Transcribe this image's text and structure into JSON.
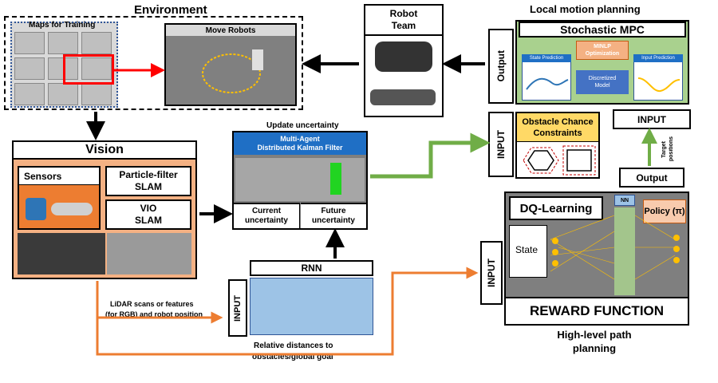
{
  "environment": {
    "title": "Environment",
    "maps_title": "Maps for Training",
    "move_title": "Move Robots"
  },
  "robot_team": {
    "title_line1": "Robot",
    "title_line2": "Team"
  },
  "local_planning": {
    "title": "Local motion planning",
    "mpc_title": "Stochastic MPC",
    "minlp_line1": "MINLP",
    "minlp_line2": "Optimization",
    "state_pred": "State Prediction",
    "input_pred": "Input Prediction",
    "disc_line1": "Discretized",
    "disc_line2": "Model",
    "output_label": "Output",
    "input_label": "INPUT",
    "obstacle_line1": "Obstacle Chance",
    "obstacle_line2": "Constraints",
    "input_box": "INPUT",
    "target_line1": "Target",
    "target_line2": "positions",
    "output_box": "Output"
  },
  "vision": {
    "title": "Vision",
    "sensors": "Sensors",
    "pf_line1": "Particle-filter",
    "pf_line2": "SLAM",
    "vio_line1": "VIO",
    "vio_line2": "SLAM"
  },
  "kalman": {
    "update": "Update uncertainty",
    "header_line1": "Multi-Agent",
    "header_line2": "Distributed Kalman Filter",
    "current_line1": "Current",
    "current_line2": "uncertainty",
    "future_line1": "Future",
    "future_line2": "uncertainty"
  },
  "rnn": {
    "title": "RNN",
    "input_label": "INPUT"
  },
  "labels": {
    "lidar_line1": "LiDAR scans or features",
    "lidar_line2": "(for RGB) and robot position",
    "rel_line1": "Relative distances to",
    "rel_line2": "obstacles/global goal"
  },
  "highlevel": {
    "input_label": "INPUT",
    "dq": "DQ-Learning",
    "nn": "NN",
    "policy": "Policy (π)",
    "state": "State",
    "reward": "REWARD FUNCTION",
    "caption_line1": "High-level path",
    "caption_line2": "planning"
  },
  "colors": {
    "green_fill": "#a9d18e",
    "green_arrow": "#70ad47",
    "orange_arrow": "#ed7d31",
    "peach": "#f4b183",
    "light_orange": "#ffd8b1",
    "blue_header": "#1f6fc5",
    "red": "#ff0000",
    "gray_panel": "#7f7f7f"
  }
}
